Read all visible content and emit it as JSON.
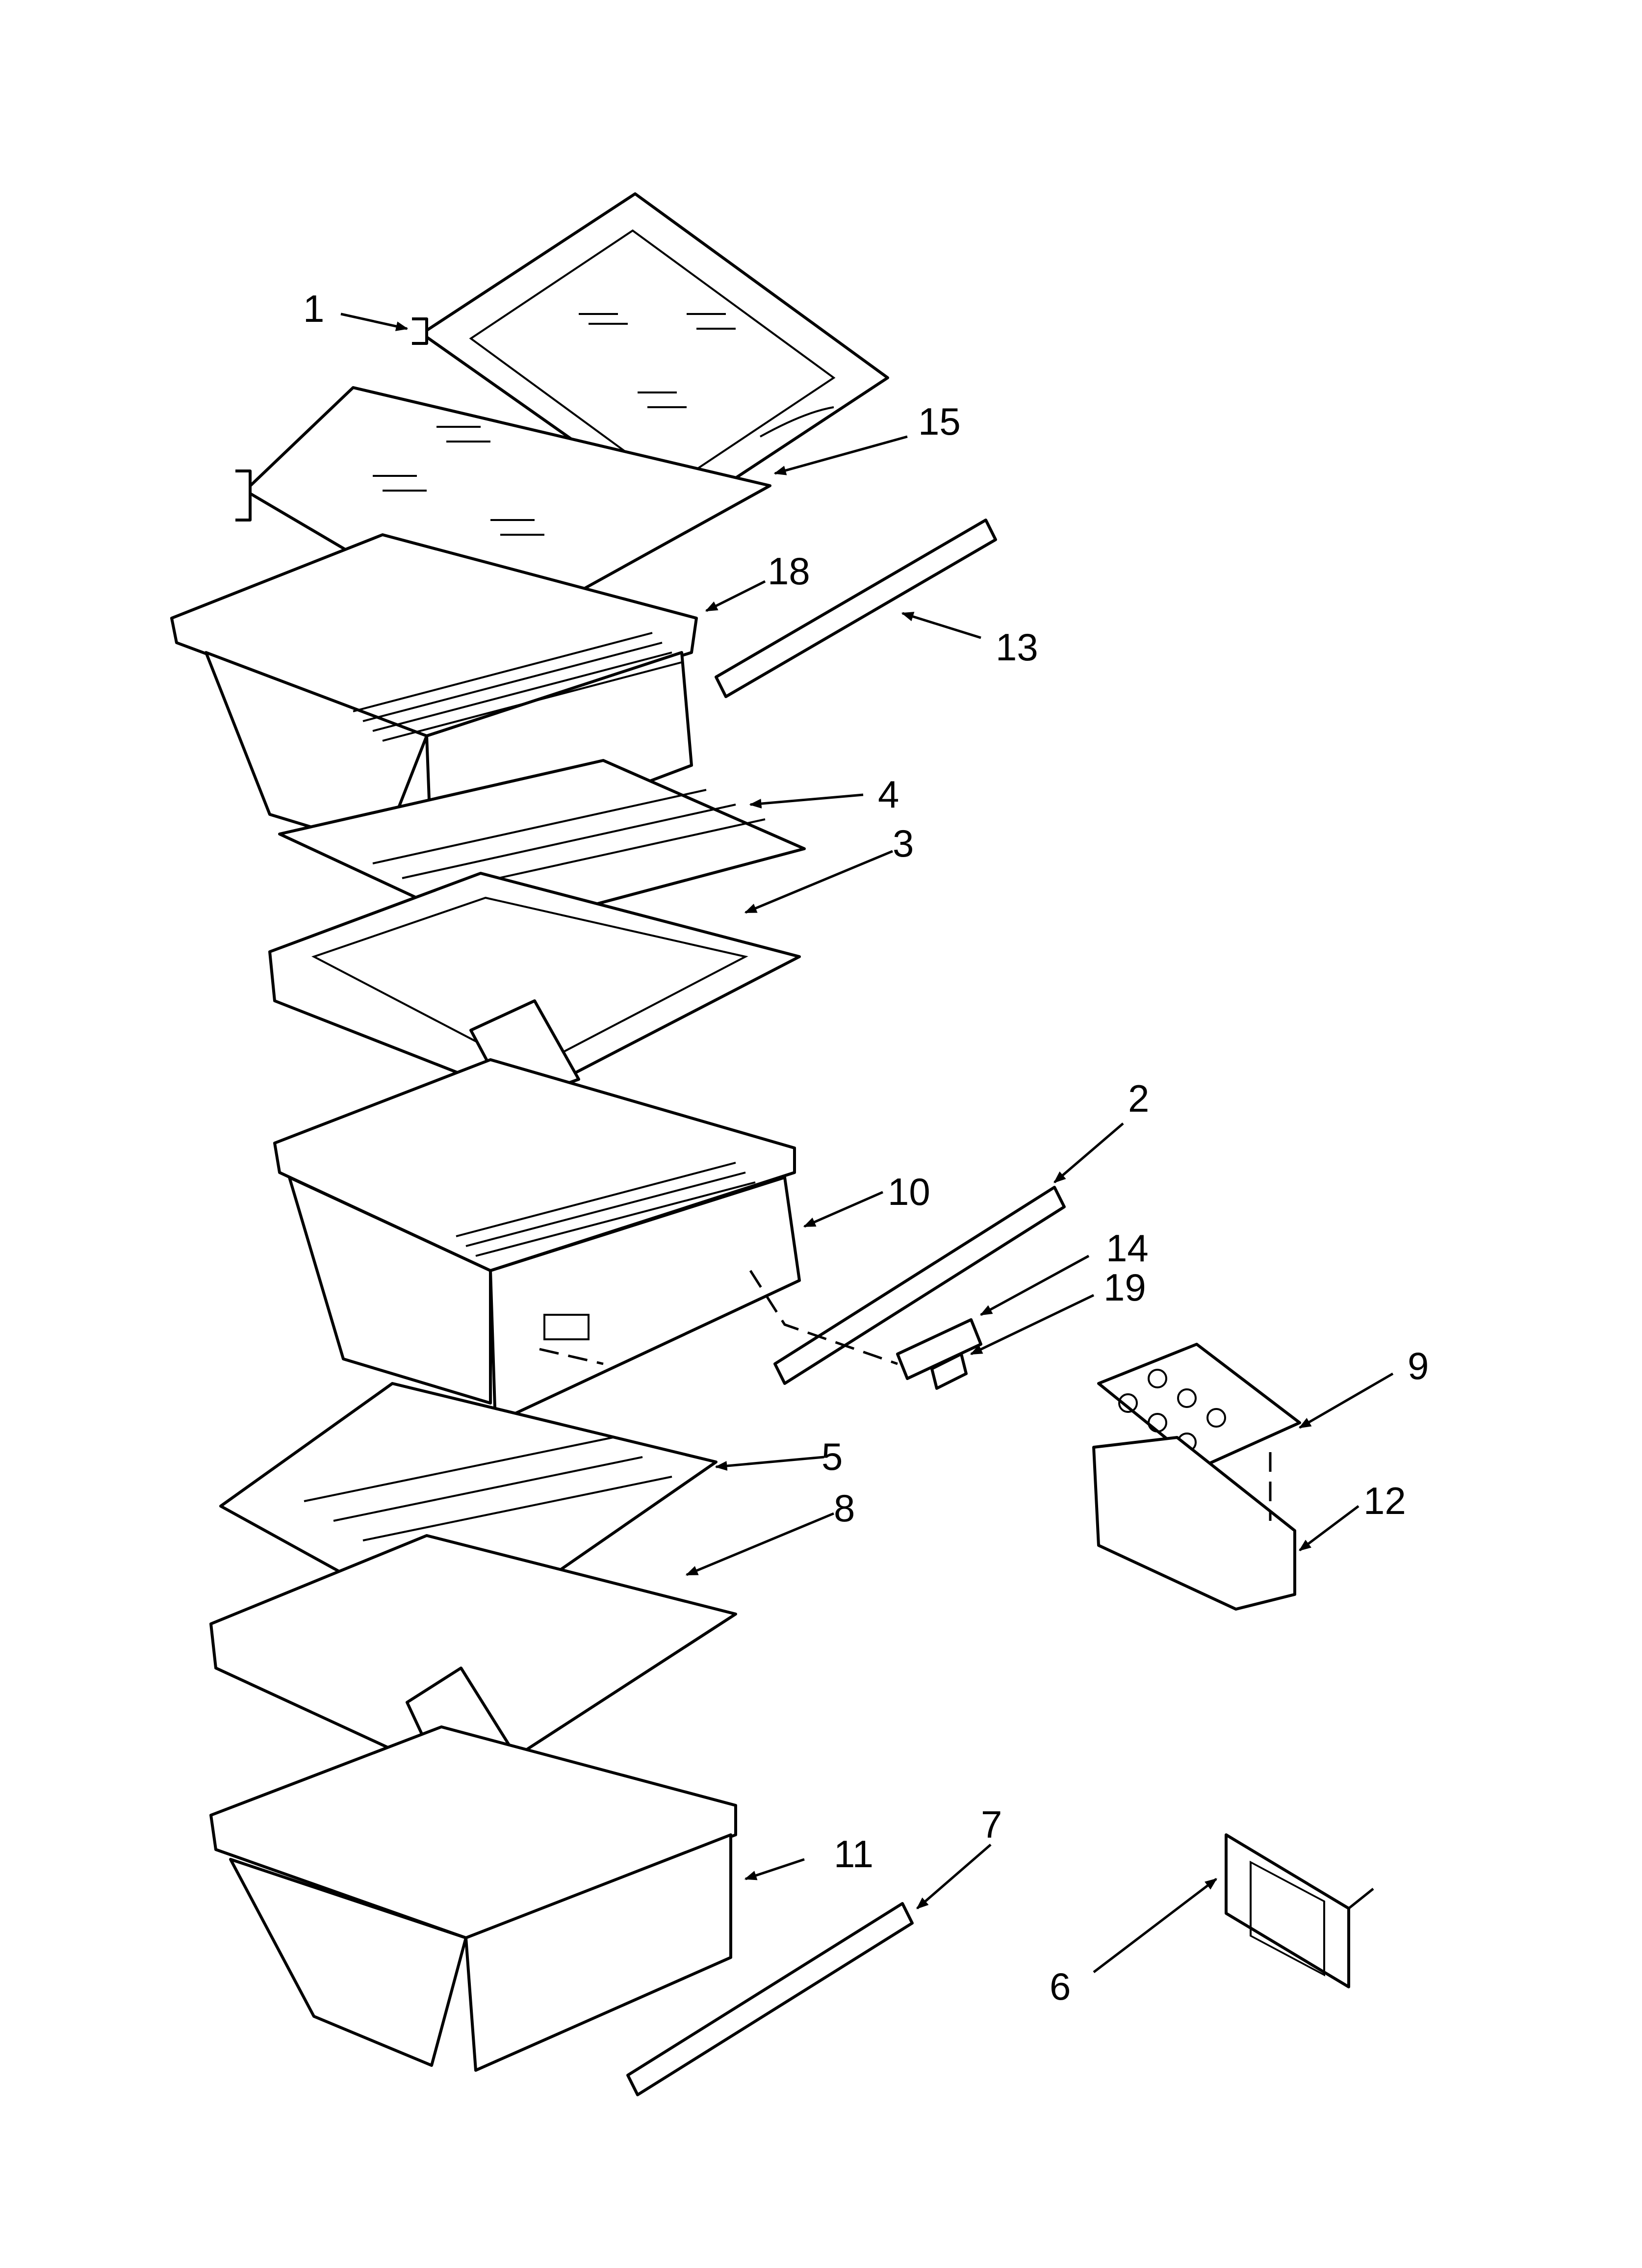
{
  "diagram": {
    "callouts": [
      {
        "id": "c1",
        "label": "1"
      },
      {
        "id": "c15",
        "label": "15"
      },
      {
        "id": "c18",
        "label": "18"
      },
      {
        "id": "c13",
        "label": "13"
      },
      {
        "id": "c4",
        "label": "4"
      },
      {
        "id": "c3",
        "label": "3"
      },
      {
        "id": "c2",
        "label": "2"
      },
      {
        "id": "c10",
        "label": "10"
      },
      {
        "id": "c14",
        "label": "14"
      },
      {
        "id": "c19",
        "label": "19"
      },
      {
        "id": "c9",
        "label": "9"
      },
      {
        "id": "c5",
        "label": "5"
      },
      {
        "id": "c8",
        "label": "8"
      },
      {
        "id": "c12",
        "label": "12"
      },
      {
        "id": "c7",
        "label": "7"
      },
      {
        "id": "c11",
        "label": "11"
      },
      {
        "id": "c6",
        "label": "6"
      }
    ],
    "colors": {
      "ink": "#000000",
      "paper": "#ffffff"
    }
  }
}
